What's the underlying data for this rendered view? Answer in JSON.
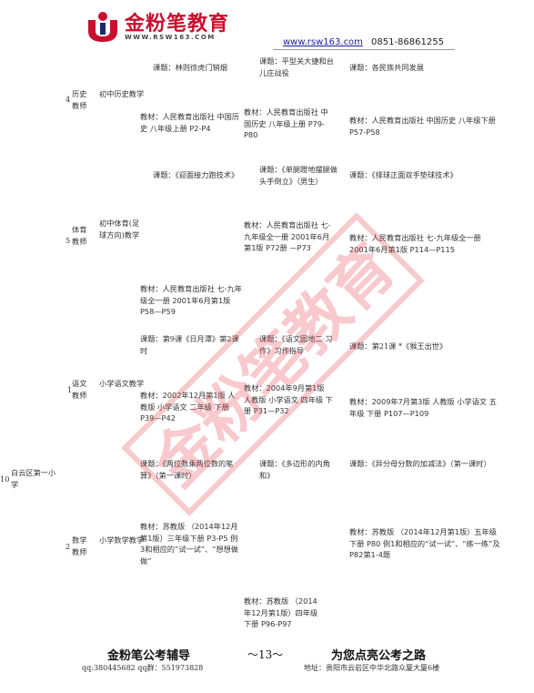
{
  "header": {
    "brand_name": "金粉笔教育",
    "brand_url": "WWW.RSW163.COM",
    "site_link": "www.rsw163.com",
    "phone": "0851-86861255"
  },
  "watermark": "金粉笔教育",
  "rows": {
    "r4": {
      "num": "4",
      "role": "历史教师",
      "subject": "初中历史教学",
      "topic_a": "课题：林则徐虎门销烟",
      "topic_b": "课题：平型关大捷和台儿庄战役",
      "topic_c": "课题：各民族共同发展",
      "book_a": "教材：人民教育出版社 中国历史 八年级上册 P2-P4",
      "book_b": "教材：人民教育出版社 中国历史 八年级上册 P79-P80",
      "book_c": "教材：人民教育出版社 中国历史 八年级下册 P57-P58"
    },
    "r5": {
      "num": "5",
      "role": "体育教师",
      "subject": "初中体育(足球方向)教学",
      "topic_a": "课题：《迎面接力跑技术》",
      "topic_b": "课题：《单腿蹬地摆腿做头手倒立》（男生）",
      "topic_c": "课题：《排球正面双手垫球技术》",
      "book_b": "教材：人民教育出版社 七-九年级全一册 2001年6月第1版 P72册 —P73",
      "book_c": "教材：人民教育出版社 七-九年级全一册 2001年6月第1版 P114—P115",
      "book_a": "教材：人民教育出版社 七-九年级全一册 2001年6月第1版 P58—P59"
    },
    "r1": {
      "num": "1",
      "role": "语文教师",
      "subject": "小学语文教学",
      "topic_a": "课题：第9课《日月潭》第2课时",
      "topic_b": "课题：《语文园地二·习作》习作指导",
      "topic_c": "课题：第21课 *《猴王出世》",
      "book_a": "教材：2002年12月第1版 人教版 小学语文 二年级 下册 P39—P42",
      "book_b": "教材：2004年9月第1版 人教版 小学语文 四年级 下册 P31—P32",
      "book_c": "教材：2009年7月第3版 人教版 小学语文 五年级 下册 P107—P109"
    },
    "r2": {
      "num": "2",
      "role": "数学教师",
      "subject": "小学数学教学",
      "topic_a": "课题：《两位数乘两位数的笔算》（第一课时）",
      "topic_b": "课题：《多边形的内角和》",
      "topic_c": "课题：《异分母分数的加减法》（第一课时）",
      "book_a": "教材：苏教版 （2014年12月第1版）三年级下册 P3-P5 例3和相应的“试一试”、“想想做做”",
      "book_c": "教材：苏教版 （2014年12月第1版）五年级下册 P80 例1和相应的“试一试”、“练一练”及P82第1-4题",
      "book_b": "教材：苏教版 （2014年12月第1版）四年级下册 P96-P97"
    },
    "school": {
      "num": "10",
      "name": "白云区第一小学"
    }
  },
  "footer": {
    "left": "金粉笔公考辅导",
    "page": "～13～",
    "right": "为您点亮公考之路",
    "qq": "qq:380445682  qq群：551973828",
    "address": "地址：贵阳市云岩区中华北路众厦大厦6楼"
  }
}
